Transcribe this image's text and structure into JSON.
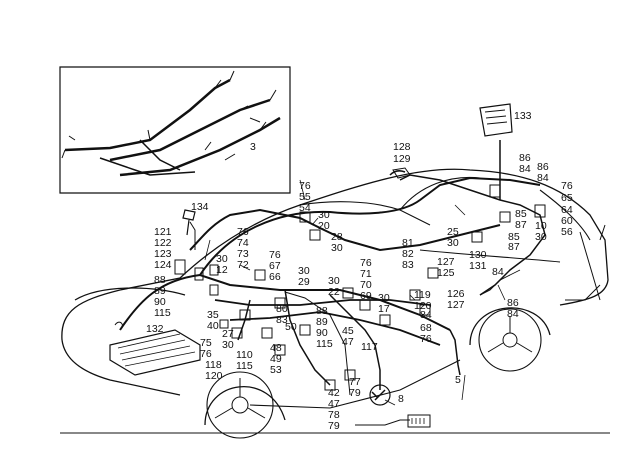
{
  "labels": {
    "inset": "3",
    "l133": "133",
    "l128": "128",
    "l129": "129",
    "l86a": "86",
    "l84a": "84",
    "l86b": "86",
    "l84b": "84",
    "l76a": "76",
    "l65": "65",
    "l64": "64",
    "l60": "60",
    "l56": "56",
    "l85a": "85",
    "l87a": "87",
    "l85b": "85",
    "l87b": "87",
    "l10": "10",
    "l30a": "30",
    "l25": "25",
    "l30b": "30",
    "l130": "130",
    "l131": "131",
    "l127a": "127",
    "l125": "125",
    "l84c": "84",
    "l126": "126",
    "l127b": "127",
    "l86c": "86",
    "l84d": "84",
    "l81": "81",
    "l82": "82",
    "l83": "83",
    "l76b": "76",
    "l71": "71",
    "l70": "70",
    "l69": "69",
    "l76c": "76",
    "l55": "55",
    "l54": "54",
    "l30c": "30",
    "l20": "20",
    "l28": "28",
    "l30d": "30",
    "l76d": "76",
    "l74": "74",
    "l73": "73",
    "l72": "72",
    "l76e": "76",
    "l67": "67",
    "l66": "66",
    "l30e": "30",
    "l12": "12",
    "l30f": "30",
    "l29": "29",
    "l30g": "30",
    "l22": "22",
    "l30h": "30",
    "l17": "17",
    "l119": "119",
    "l120a": "120",
    "l84e": "84",
    "l68": "68",
    "l76f": "76",
    "l117": "117",
    "l45": "45",
    "l47": "47",
    "l80": "80",
    "l83b": "83",
    "l50": "50",
    "l88a": "88",
    "l89a": "89",
    "l90a": "90",
    "l115a": "115",
    "l48": "48",
    "l49": "49",
    "l53": "53",
    "l110": "110",
    "l115b": "115",
    "l27": "27",
    "l30i": "30",
    "l35": "35",
    "l40": "40",
    "l75": "75",
    "l76g": "76",
    "l118": "118",
    "l120b": "120",
    "l121": "121",
    "l122": "122",
    "l123": "123",
    "l124": "124",
    "l88b": "88",
    "l89b": "89",
    "l90b": "90",
    "l115c": "115",
    "l134": "134",
    "l132": "132",
    "l42": "42",
    "l47b": "47",
    "l78": "78",
    "l79a": "79",
    "l77": "77",
    "l79b": "79",
    "l8": "8",
    "l5": "5"
  }
}
